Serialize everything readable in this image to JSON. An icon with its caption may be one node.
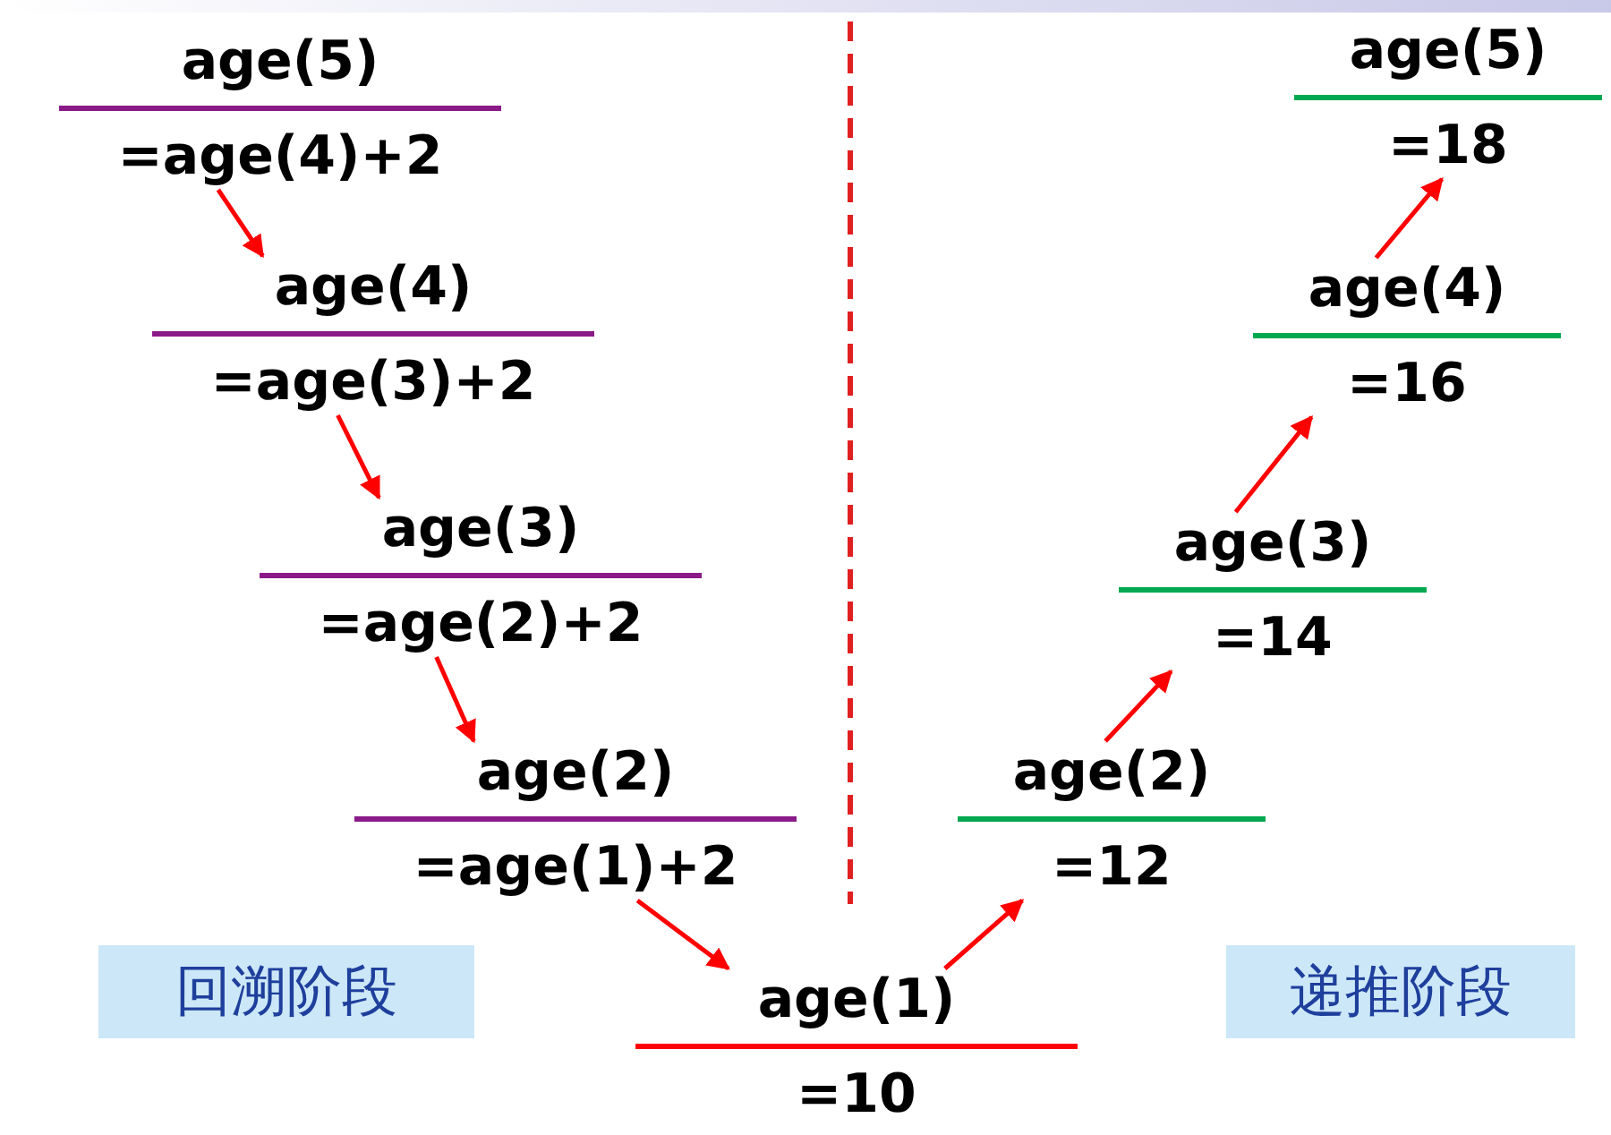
{
  "diagram": {
    "nodes": [
      {
        "text": [
          "age(5)",
          "=age(4)+2"
        ]
      },
      {
        "text": [
          "age(4)",
          "=age(3)+2"
        ]
      },
      {
        "text": [
          "age(3)",
          "=age(2)+2"
        ]
      },
      {
        "text": [
          "age(2)",
          "=age(1)+2"
        ]
      },
      {
        "text": [
          "age(1)",
          "=10"
        ]
      },
      {
        "text": [
          "age(2)",
          "=12"
        ]
      },
      {
        "text": [
          "age(3)",
          "=14"
        ]
      },
      {
        "text": [
          "age(4)",
          "=16"
        ]
      },
      {
        "text": [
          "age(5)",
          "=18"
        ]
      },
      {
        "text": [
          "回溯阶段"
        ]
      },
      {
        "text": [
          "递推阶段"
        ]
      }
    ],
    "edges": [
      {
        "from": 0,
        "to": 1,
        "arrow": "to"
      },
      {
        "from": 1,
        "to": 2,
        "arrow": "to"
      },
      {
        "from": 2,
        "to": 3,
        "arrow": "to"
      },
      {
        "from": 3,
        "to": 4,
        "arrow": "to"
      },
      {
        "from": 4,
        "to": 5,
        "arrow": "to"
      },
      {
        "from": 5,
        "to": 6,
        "arrow": "to"
      },
      {
        "from": 6,
        "to": 7,
        "arrow": "to"
      },
      {
        "from": 7,
        "to": 8,
        "arrow": "to"
      }
    ]
  }
}
